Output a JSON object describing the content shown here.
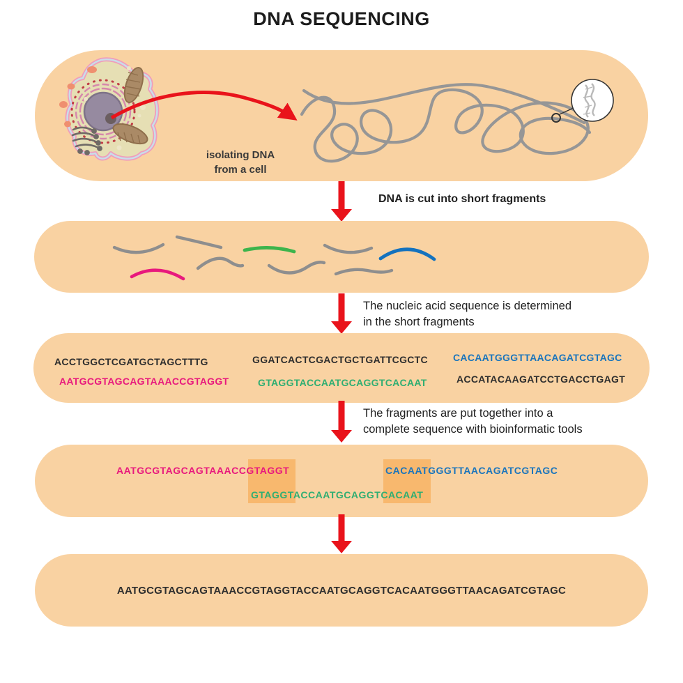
{
  "title": "DNA SEQUENCING",
  "colors": {
    "band_bg": "#F9D2A2",
    "arrow_red": "#E9131B",
    "highlight_orange": "#F8B86E",
    "seq_dark": "#2E2E2E",
    "seq_pink": "#E8197D",
    "seq_green": "#2FAE72",
    "seq_blue": "#1B75BC",
    "fragment_gray": "#8E8E8E",
    "fragment_green": "#3CB44C",
    "fragment_blue": "#1472BE",
    "fragment_pink": "#E8197D",
    "dna_tangle_gray": "#969696"
  },
  "step1": {
    "label_line1": "isolating DNA",
    "label_line2": "from a cell"
  },
  "step_labels": {
    "cut": "DNA is cut into short fragments",
    "determine_line1": "The nucleic acid sequence is determined",
    "determine_line2": "in the short fragments",
    "assemble_line1": "The fragments are put together into a",
    "assemble_line2": "complete sequence with bioinformatic tools"
  },
  "reads": [
    {
      "text": "ACCTGGCTCGATGCTAGCTTTG",
      "color": "#2E2E2E"
    },
    {
      "text": "GGATCACTCGACTGCTGATTCGCTC",
      "color": "#2E2E2E"
    },
    {
      "text": "CACAATGGGTTAACAGATCGTAGC",
      "color": "#1B75BC"
    },
    {
      "text": "AATGCGTAGCAGTAAACCGTAGGT",
      "color": "#E8197D"
    },
    {
      "text": "GTAGGTACCAATGCAGGTCACAAT",
      "color": "#2FAE72"
    },
    {
      "text": "ACCATACAAGATCCTGACCTGAGT",
      "color": "#2E2E2E"
    }
  ],
  "assembly": {
    "pink_prefix": "AATGCGTAGCAGTAAACC",
    "overlap1": "GTAGGT",
    "green_middle": "ACCAATGCAGGT",
    "overlap2": "CACAAT",
    "blue_suffix": "GGGTTAACAGATCGTAGC"
  },
  "final_sequence": "AATGCGTAGCAGTAAACCGTAGGTACCAATGCAGGTCACAATGGGTTAACAGATCGTAGC"
}
